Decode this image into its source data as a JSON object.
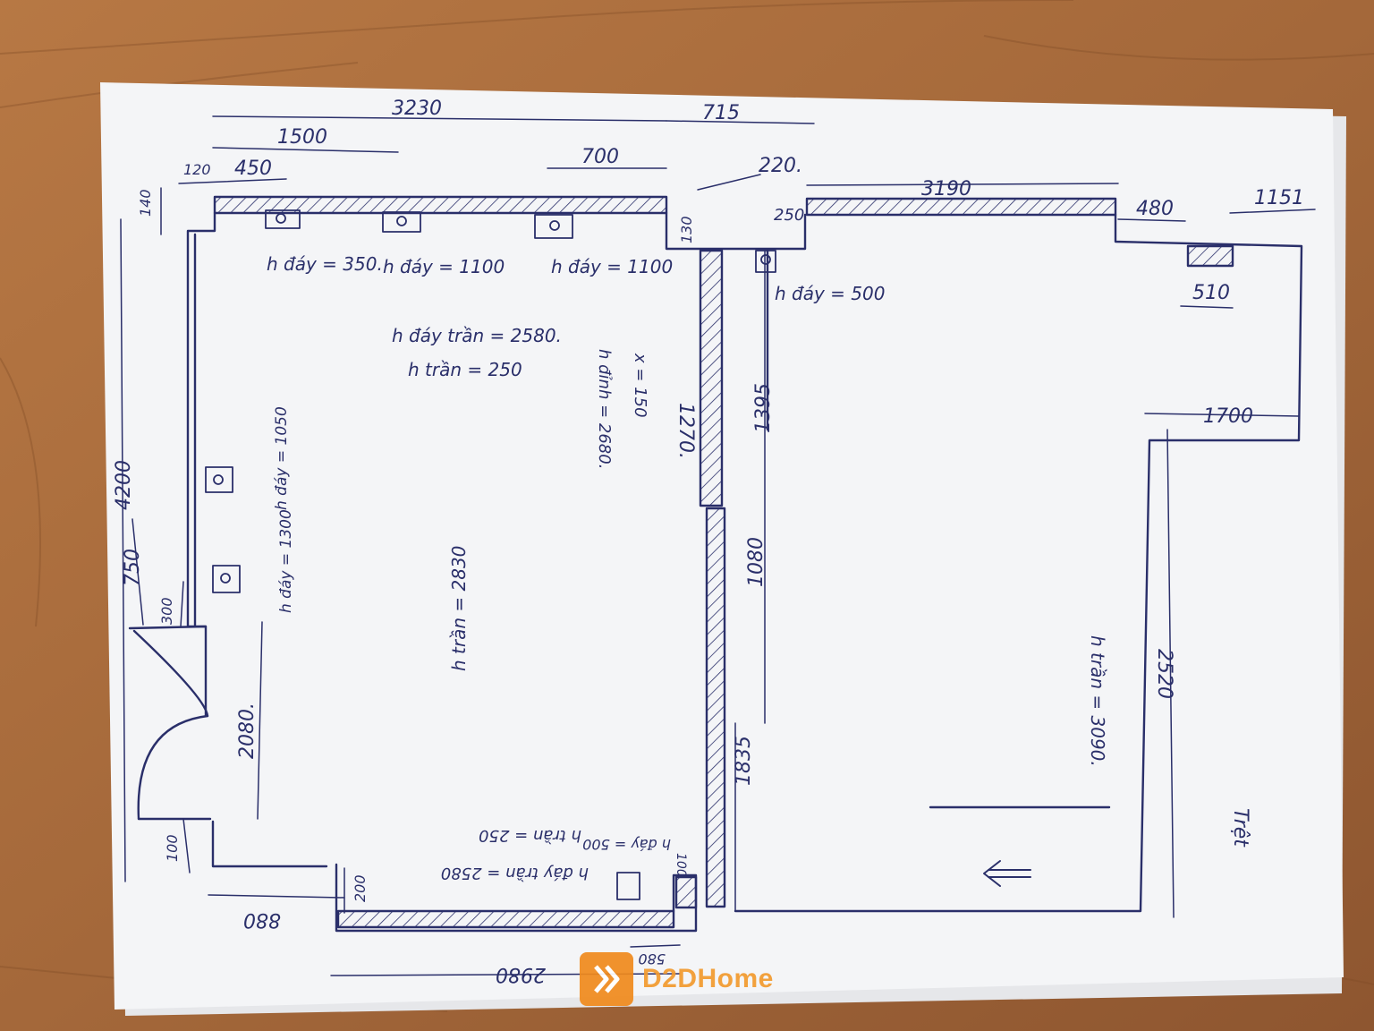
{
  "colors": {
    "ink": "#2a2f6a",
    "paper": "#f4f5f7",
    "table": "#a86a3a",
    "brand": "#f08a1c"
  },
  "dimensions": {
    "top_total": "3230",
    "top_right": "715",
    "top_1500": "1500",
    "top_700": "700",
    "top_120": "120",
    "top_450": "450",
    "left_140": "140",
    "top_220": "220.",
    "top_3190": "3190",
    "top_250": "250",
    "top_130": "130",
    "top_480": "480",
    "top_1151": "1151",
    "top_510": "510",
    "right_1700": "1700",
    "left_4200": "4200",
    "left_750": "750",
    "left_300": "300",
    "left_2080": "2080.",
    "left_100": "100",
    "left_880": "880",
    "bottom_200": "200",
    "bottom_2980": "2980",
    "bottom_580": "580",
    "bottom_100": "100",
    "mid_1395": "1395",
    "mid_1080": "1080",
    "mid_1835": "1835",
    "right_2520": "2520",
    "wall_1270": "1270."
  },
  "notes": {
    "h1": "h đáy = 350.",
    "h2": "h đáy = 1100",
    "h3": "h đáy = 1100",
    "h4": "h đáy = 500",
    "tran_day": "h đáy trần = 2580.",
    "tran": "h trần = 250",
    "left_tall": "h đáy = 1050",
    "left_1300": "h đáy = 1300",
    "center_2830": "h trần = 2830",
    "door_2680": "h đỉnh = 2680.",
    "door_150": "x = 150",
    "right_3090": "h trần = 3090.",
    "bottom_2580": "h đáy trần = 2580",
    "bottom_250": "h trần = 250",
    "bottom_500": "h đáy = 500",
    "corner_label": "Trệt"
  },
  "brand": {
    "name": "D2DHome"
  }
}
